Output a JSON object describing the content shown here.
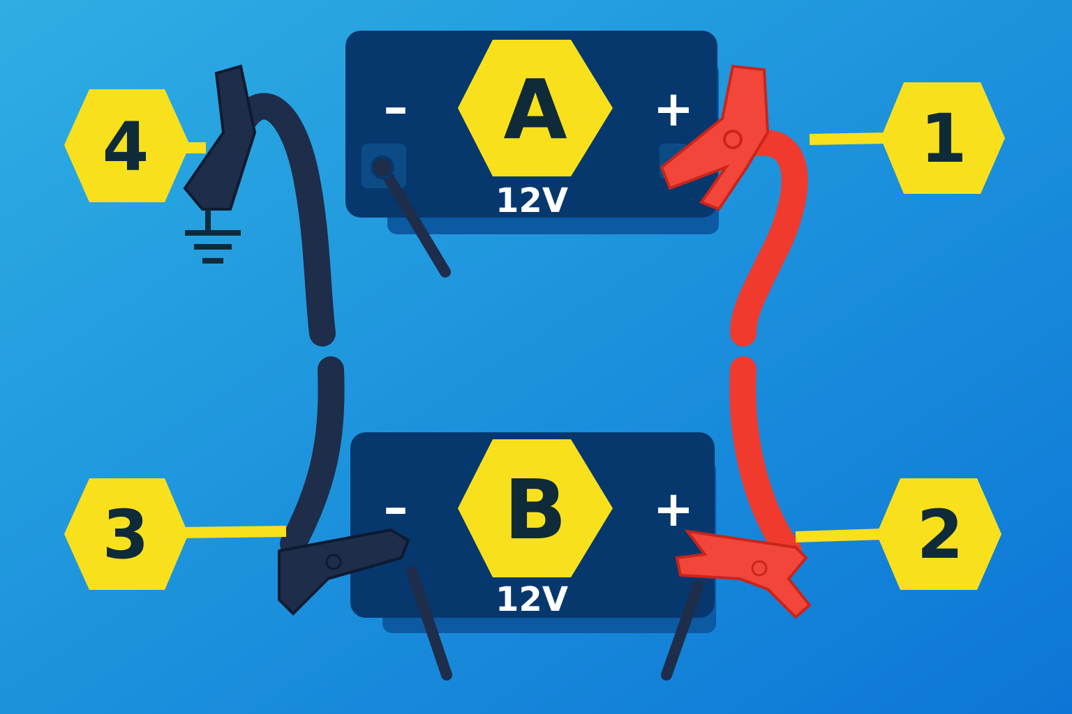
{
  "diagram": {
    "colors": {
      "background_top": "#2cacE2",
      "background_bottom": "#0c78d6",
      "battery": "#06386e",
      "battery_shadow": "#0b5aa2",
      "hexagon": "#f8e11c",
      "label_text": "#0f2b3a",
      "negative_cable": "#1e2d4a",
      "positive_cable": "#f03a2e"
    },
    "batteries": [
      {
        "name": "A",
        "voltage": "12V",
        "negative": "–",
        "positive": "+"
      },
      {
        "name": "B",
        "voltage": "12V",
        "negative": "–",
        "positive": "+"
      }
    ],
    "steps": [
      {
        "number": "1",
        "target": "positive-clamp-battery-a"
      },
      {
        "number": "2",
        "target": "positive-clamp-battery-b"
      },
      {
        "number": "3",
        "target": "negative-clamp-battery-b"
      },
      {
        "number": "4",
        "target": "ground-clamp"
      }
    ]
  }
}
